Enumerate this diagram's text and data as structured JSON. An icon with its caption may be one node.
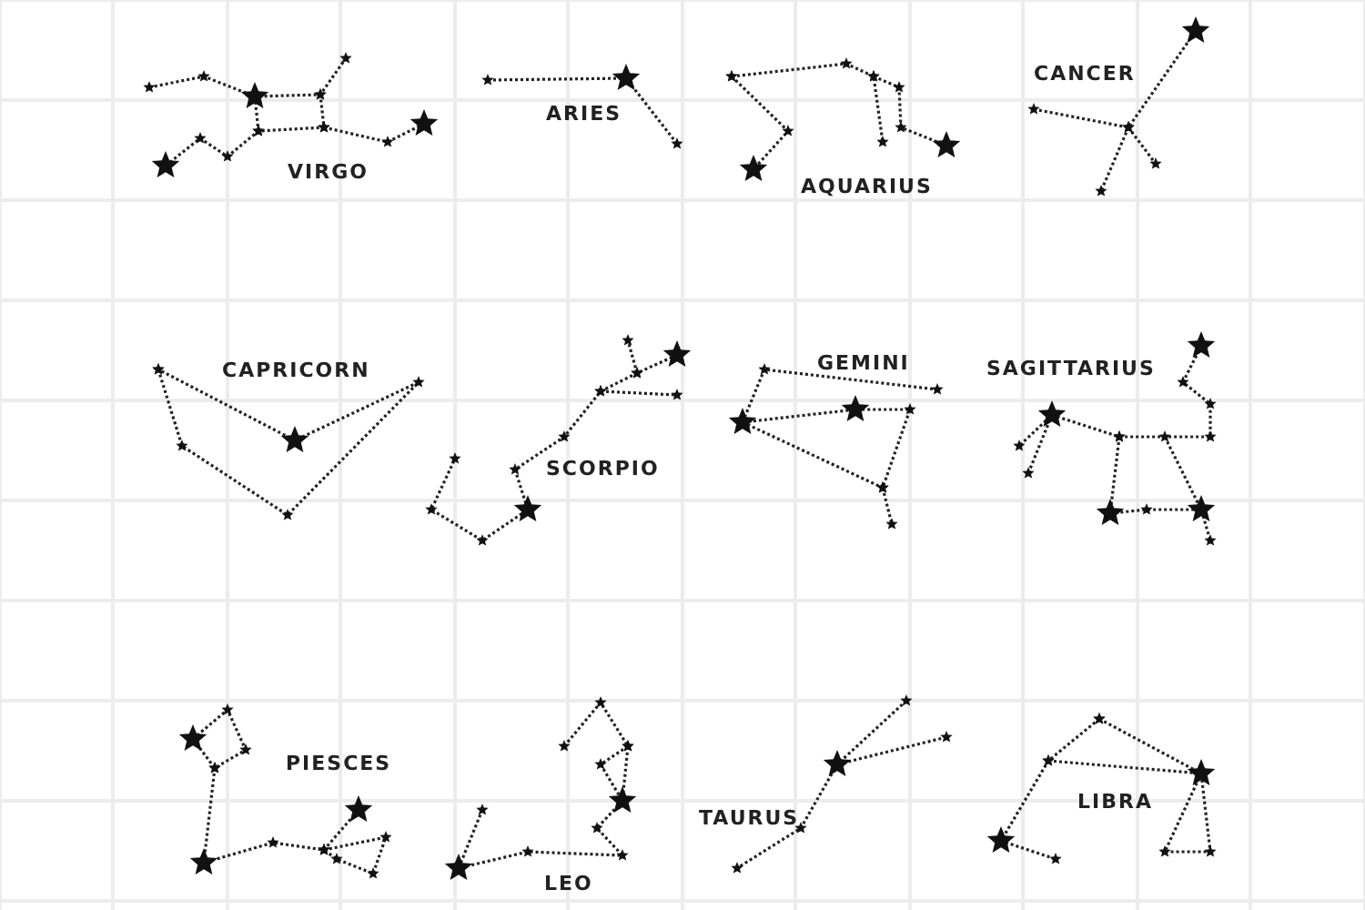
{
  "diagram": {
    "labels": [
      "VIRGO",
      "ARIES",
      "AQUARIUS",
      "CANCER",
      "CAPRICORN",
      "SCORPIO",
      "GEMINI",
      "SAGITTARIUS",
      "PIESCES",
      "LEO",
      "TAURUS",
      "LIBRA"
    ]
  }
}
